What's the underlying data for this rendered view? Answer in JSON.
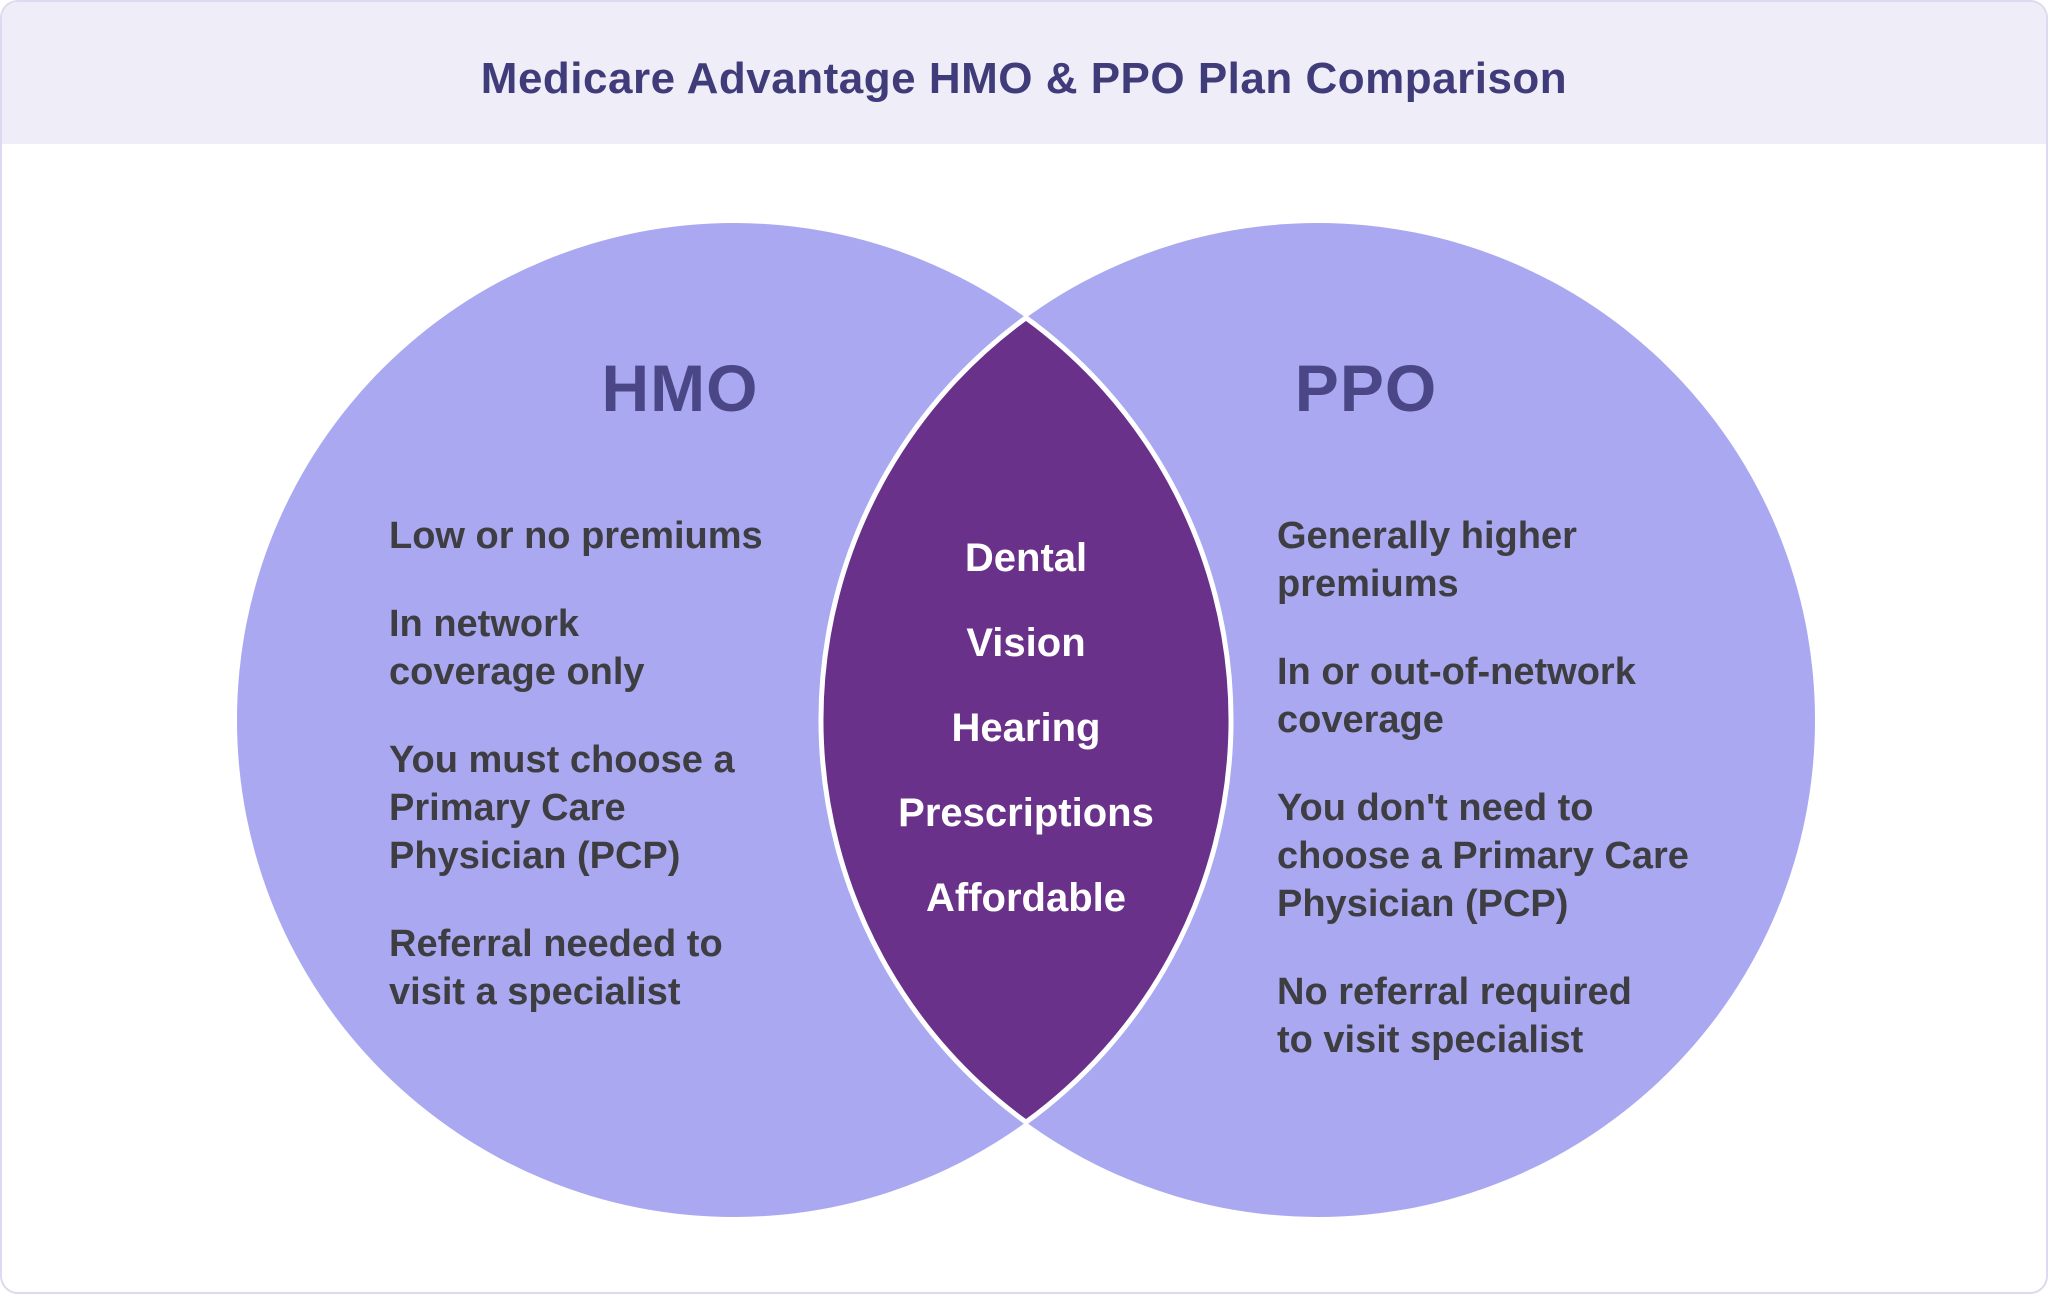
{
  "title": "Medicare Advantage HMO & PPO Plan Comparison",
  "colors": {
    "header_bg": "#eeedf8",
    "title_text": "#3f3c79",
    "card_border": "#dcdaf1",
    "circle_fill": "#a9a8f1",
    "overlap_fill": "#693189",
    "stroke": "#ffffff",
    "heading_text": "#4b4787",
    "body_text": "#3e3e42",
    "overlap_text": "#ffffff"
  },
  "hmo": {
    "heading": "HMO",
    "items": [
      "Low or no premiums",
      "In network\ncoverage only",
      "You must choose a\nPrimary Care\nPhysician (PCP)",
      "Referral needed to\nvisit a specialist"
    ]
  },
  "shared": {
    "items": [
      "Dental",
      "Vision",
      "Hearing",
      "Prescriptions",
      "Affordable"
    ]
  },
  "ppo": {
    "heading": "PPO",
    "items": [
      "Generally higher\npremiums",
      "In or out-of-network\ncoverage",
      "You don't need to\nchoose a Primary Care\nPhysician (PCP)",
      "No referral required\nto visit specialist"
    ]
  }
}
